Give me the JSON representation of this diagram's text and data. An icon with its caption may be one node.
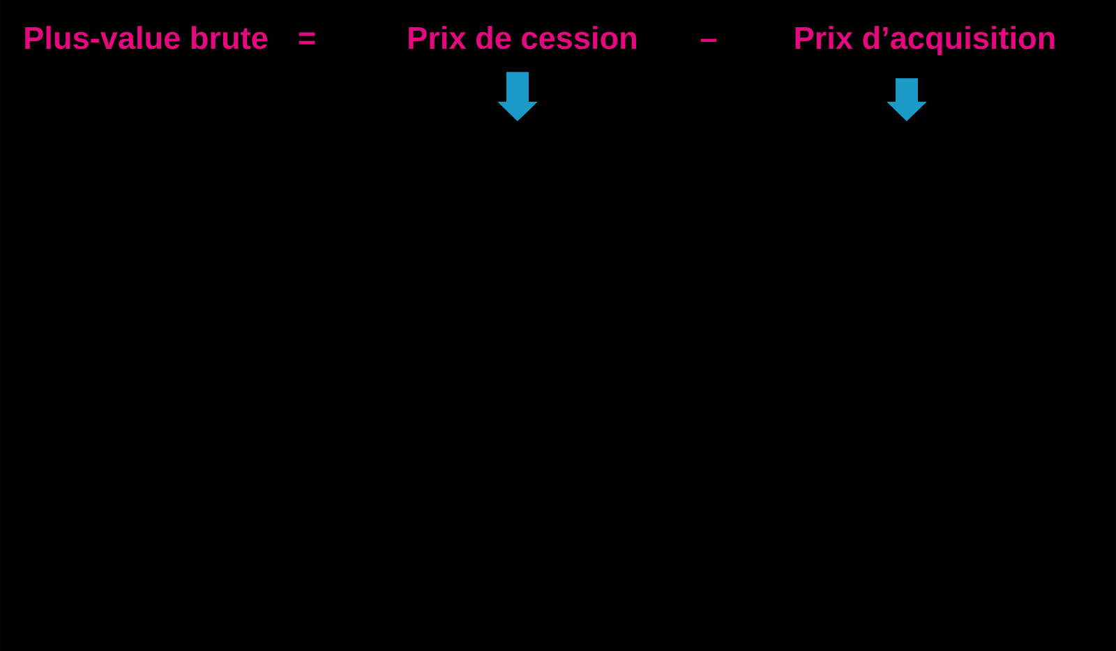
{
  "diagram": {
    "nodes": [
      {
        "text": [
          "Prix de cession"
        ]
      },
      {
        "text": [
          "Prix d’acquisition"
        ]
      }
    ],
    "edges": [
      {
        "from": 0,
        "to": null,
        "arrow": "to"
      },
      {
        "from": 1,
        "to": null,
        "arrow": "to"
      }
    ],
    "labels": [
      "Plus-value brute",
      "=",
      "–"
    ]
  }
}
